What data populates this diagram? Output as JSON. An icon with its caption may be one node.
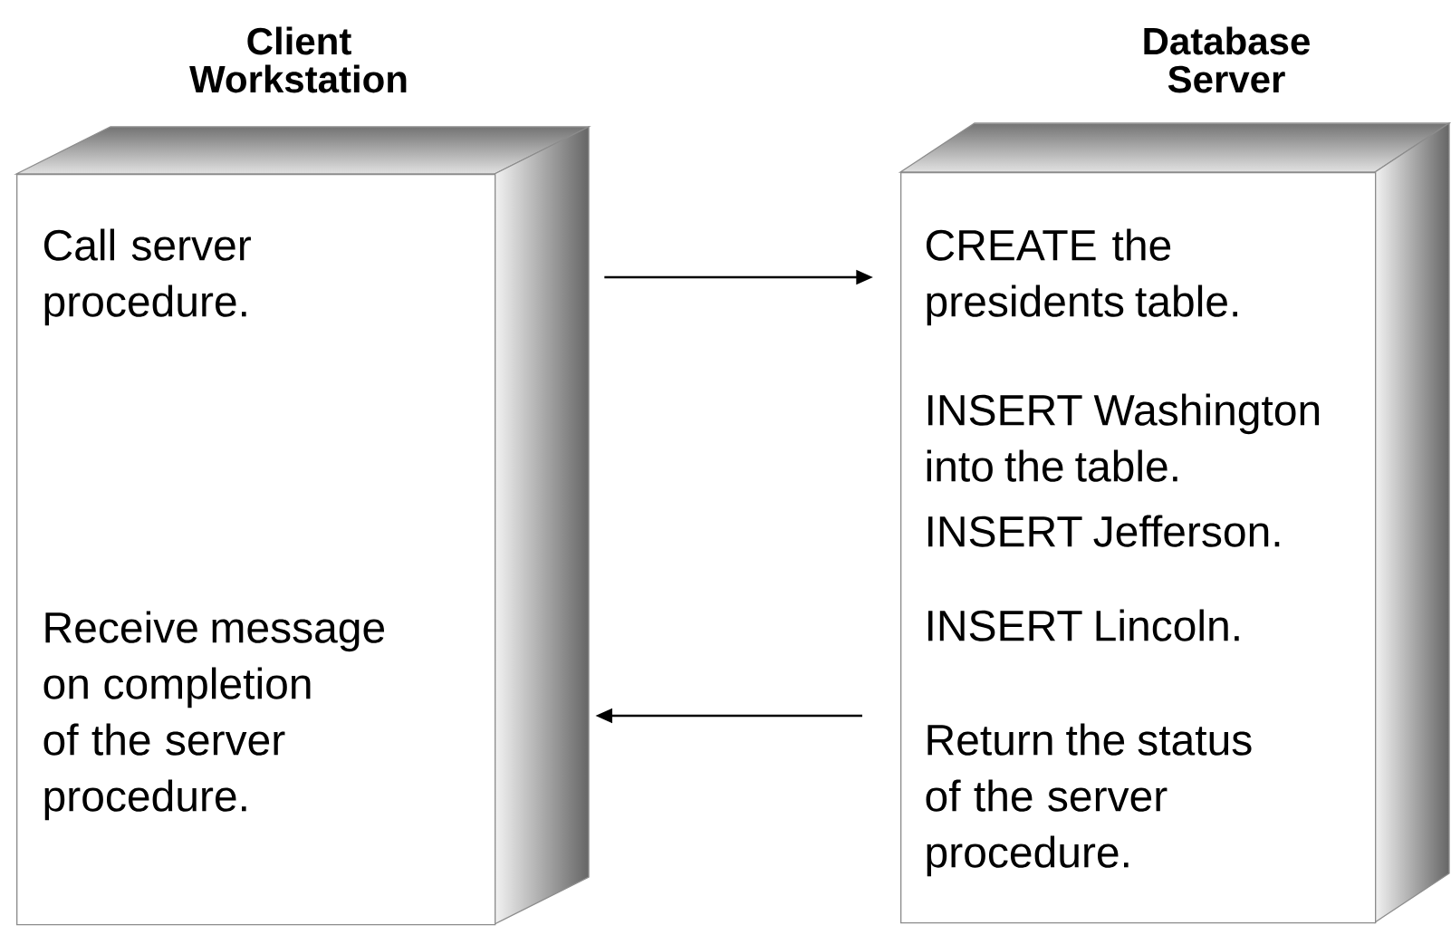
{
  "diagram": {
    "nodes": [
      {
        "text": [
          "Client Workstation"
        ]
      },
      {
        "text": [
          "Database Server"
        ]
      },
      {
        "text": [
          "Call server procedure."
        ],
        "in": 0
      },
      {
        "text": [
          "Receive message on completion of the server procedure."
        ],
        "in": 0
      },
      {
        "text": [
          "CREATE the presidents table."
        ],
        "in": 1
      },
      {
        "text": [
          "INSERT Washington into the table."
        ],
        "in": 1
      },
      {
        "text": [
          "INSERT Jefferson."
        ],
        "in": 1
      },
      {
        "text": [
          "INSERT Lincoln."
        ],
        "in": 1
      },
      {
        "text": [
          "Return the status of the server procedure."
        ],
        "in": 1
      }
    ],
    "edges": [
      {
        "from": 0,
        "to": 1,
        "arrow": "to"
      },
      {
        "from": 1,
        "to": 0,
        "arrow": "to"
      }
    ]
  }
}
